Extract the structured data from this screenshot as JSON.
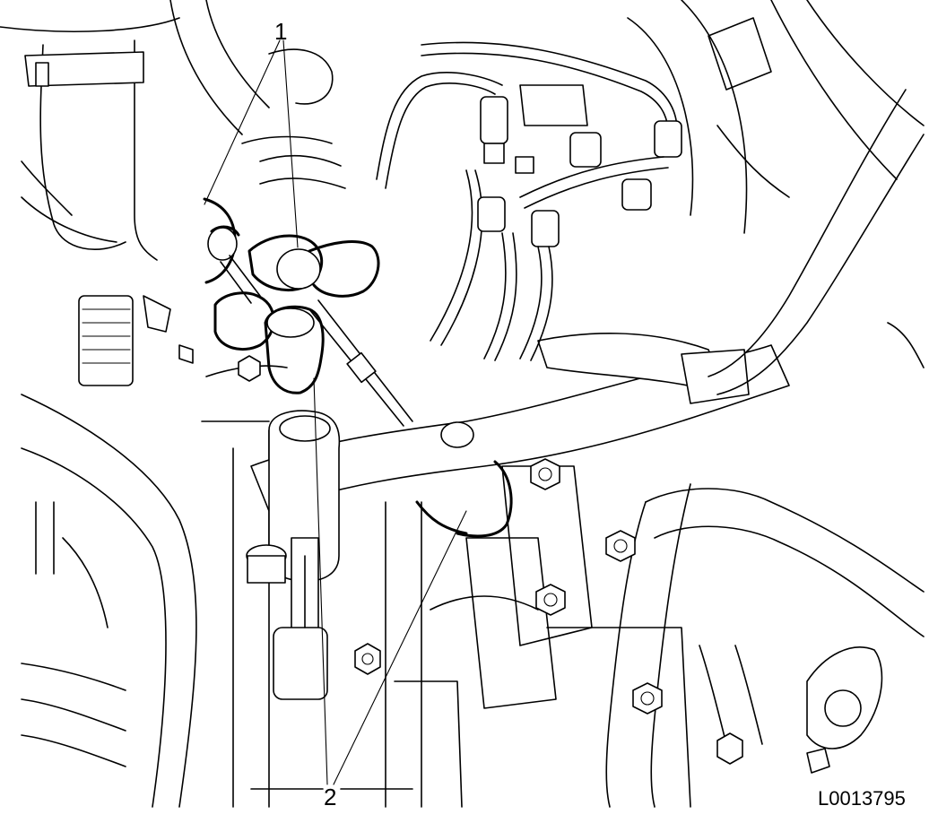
{
  "callouts": [
    {
      "id": "1",
      "label": "1"
    },
    {
      "id": "2",
      "label": "2"
    }
  ],
  "reference_code": "L0013795"
}
